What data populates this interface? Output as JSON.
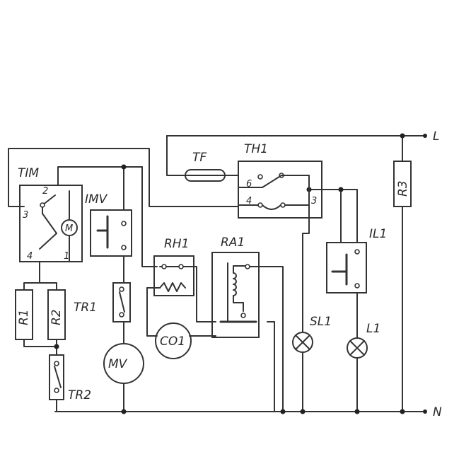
{
  "labels": {
    "L": "L",
    "N": "N",
    "TIM": "TIM",
    "TF": "TF",
    "TH1": "TH1",
    "IMV": "IMV",
    "RH1": "RH1",
    "RA1": "RA1",
    "IL1": "IL1",
    "R3": "R3",
    "R1": "R1",
    "R2": "R2",
    "TR1": "TR1",
    "TR2": "TR2",
    "MV": "MV",
    "CO1": "CO1",
    "SL1": "SL1",
    "L1": "L1",
    "M": "M"
  },
  "terminals": {
    "tim_2": "2",
    "tim_3": "3",
    "tim_4": "4",
    "tim_1": "1",
    "th1_6": "6",
    "th1_4": "4",
    "th1_3": "3"
  }
}
